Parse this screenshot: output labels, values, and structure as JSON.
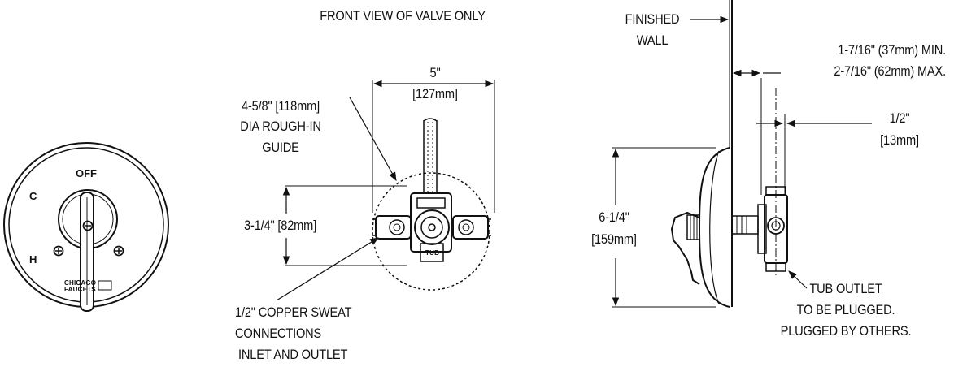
{
  "faceplate": {
    "off_label": "OFF",
    "cold_label": "C",
    "hot_label": "H",
    "brand_line1": "CHICAGO",
    "brand_line2": "FAUCETS"
  },
  "front_view": {
    "title": "FRONT VIEW OF VALVE ONLY",
    "width_in": "5\"",
    "width_mm": "[127mm]",
    "guide_line1": "4-5/8\" [118mm]",
    "guide_line2": "DIA ROUGH-IN",
    "guide_line3": "GUIDE",
    "height_label": "3-1/4\" [82mm]",
    "tub_label": "TUB",
    "connections_line1": "1/2\" COPPER SWEAT",
    "connections_line2": "CONNECTIONS",
    "connections_line3": "INLET AND OUTLET"
  },
  "side_view": {
    "wall_line1": "FINISHED",
    "wall_line2": "WALL",
    "min_label": "1-7/16\" (37mm) MIN.",
    "max_label": "2-7/16\" (62mm) MAX.",
    "half_in": "1/2\"",
    "half_mm": "[13mm]",
    "height_in": "6-1/4\"",
    "height_mm": "[159mm]",
    "outlet_line1": "TUB OUTLET",
    "outlet_line2": "TO BE PLUGGED.",
    "outlet_line3": "PLUGGED BY OTHERS."
  }
}
